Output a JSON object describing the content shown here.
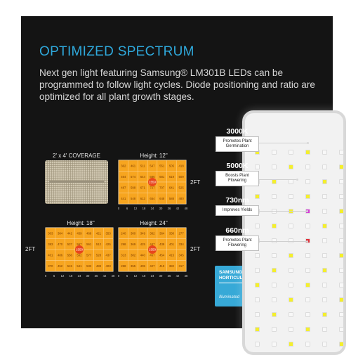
{
  "headline": "OPTIMIZED SPECTRUM",
  "description": "Next gen light featuring Samsung® LM301B LEDs can be programmed to follow light cycles. Diode positioning and ratio are optimized for all plant growth stages.",
  "coverage_label": "2' x 4' COVERAGE",
  "side_label": "2FT",
  "center_value": "1550",
  "maps": [
    {
      "height_label": "Height: 12\"",
      "rows": [
        [
          "362",
          "461",
          "511",
          "547",
          "551",
          "505",
          "418"
        ],
        [
          "464",
          "574",
          "644",
          "686",
          "681",
          "619",
          "509"
        ],
        [
          "487",
          "598",
          "671",
          "727",
          "707",
          "641",
          "525"
        ],
        [
          "441",
          "548",
          "613",
          "654",
          "648",
          "588",
          "480"
        ]
      ]
    },
    {
      "height_label": "Height: 18\"",
      "rows": [
        [
          "303",
          "384",
          "442",
          "459",
          "468",
          "421",
          "353"
        ],
        [
          "383",
          "470",
          "537",
          "567",
          "561",
          "512",
          "425"
        ],
        [
          "401",
          "486",
          "556",
          "592",
          "577",
          "528",
          "437"
        ],
        [
          "370",
          "452",
          "515",
          "541",
          "533",
          "488",
          "403"
        ]
      ]
    },
    {
      "height_label": "Height: 24\"",
      "rows": [
        [
          "240",
          "300",
          "349",
          "362",
          "364",
          "330",
          "277"
        ],
        [
          "298",
          "369",
          "425",
          "447",
          "439",
          "401",
          "334"
        ],
        [
          "313",
          "382",
          "440",
          "467",
          "454",
          "415",
          "345"
        ],
        [
          "288",
          "355",
          "405",
          "427",
          "419",
          "382",
          "317"
        ]
      ]
    }
  ],
  "x_ticks": [
    "0",
    "6",
    "12",
    "18",
    "24",
    "30",
    "36",
    "42",
    "48"
  ],
  "spectrum": [
    {
      "title": "3000K",
      "desc": "Promotes Plant Germination",
      "color": "#f4f4f4"
    },
    {
      "title": "5000K",
      "desc": "Boosts Plant Flowering",
      "color": "#f4ef2c"
    },
    {
      "title": "730nm",
      "desc": "Improves Yields",
      "color": "#d63bd8"
    },
    {
      "title": "660nm",
      "desc": "Promotes Plant Flowering",
      "color": "#e0303a"
    }
  ],
  "badge": {
    "line1": "SAMSUNG",
    "line2": "HORTICULTURE LED",
    "line3": "Illuminated",
    "color": "#37a9d7"
  },
  "colors": {
    "accent": "#2fa9dc",
    "map_fill": "#f7a51f",
    "map_center": "#e8461c",
    "panel_bg": "#141414"
  }
}
